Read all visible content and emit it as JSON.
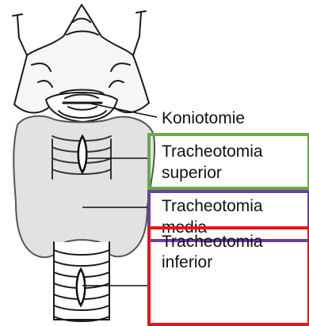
{
  "labels": {
    "koniotomie": "Koniotomie",
    "superior_line1": "Tracheotomia",
    "superior_line2": "superior",
    "media_line1": "Tracheotomia",
    "media_line2": "media",
    "inferior_line1": "Tracheotomia",
    "inferior_line2": "inferior"
  },
  "colors": {
    "superior_box": "#6aaa46",
    "media_box": "#6b3fa0",
    "inferior_box": "#e8141c"
  }
}
